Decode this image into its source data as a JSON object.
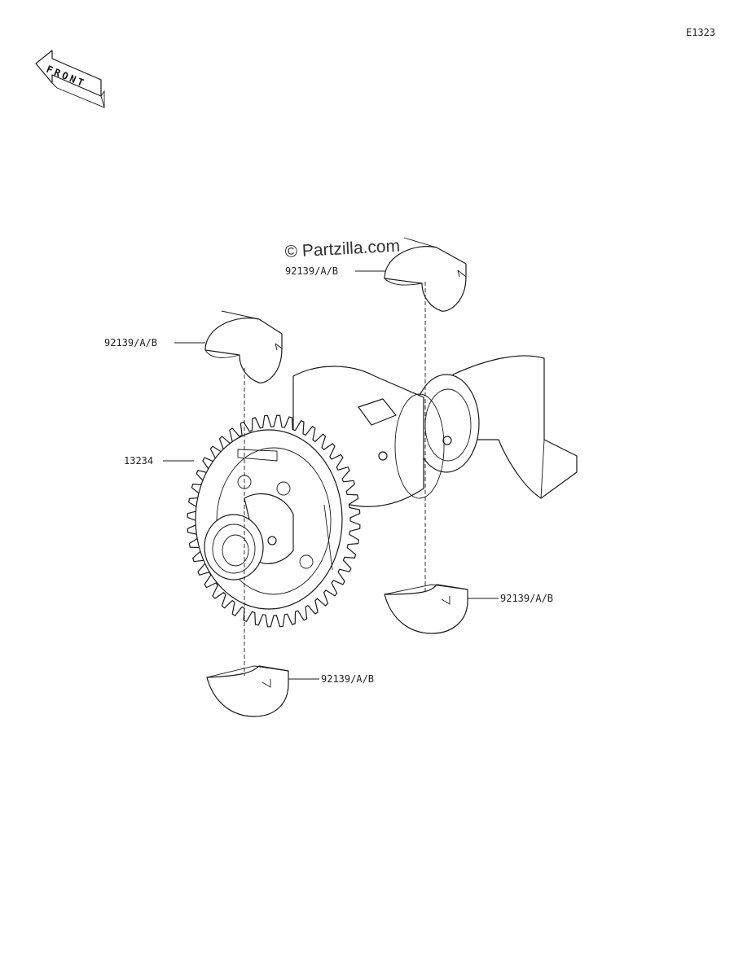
{
  "diagram_code": "E1323",
  "front_label": "FRONT",
  "watermark": "© Partzilla.com",
  "callouts": [
    {
      "id": "bearing-top-right",
      "part_number": "92139/A/B"
    },
    {
      "id": "bearing-top-left",
      "part_number": "92139/A/B"
    },
    {
      "id": "balancer-shaft",
      "part_number": "13234"
    },
    {
      "id": "bearing-bottom-right",
      "part_number": "92139/A/B"
    },
    {
      "id": "bearing-bottom-left",
      "part_number": "92139/A/B"
    }
  ],
  "colors": {
    "line": "#1a1a1a",
    "background": "#ffffff"
  },
  "icons": [
    "front-arrow-icon"
  ]
}
